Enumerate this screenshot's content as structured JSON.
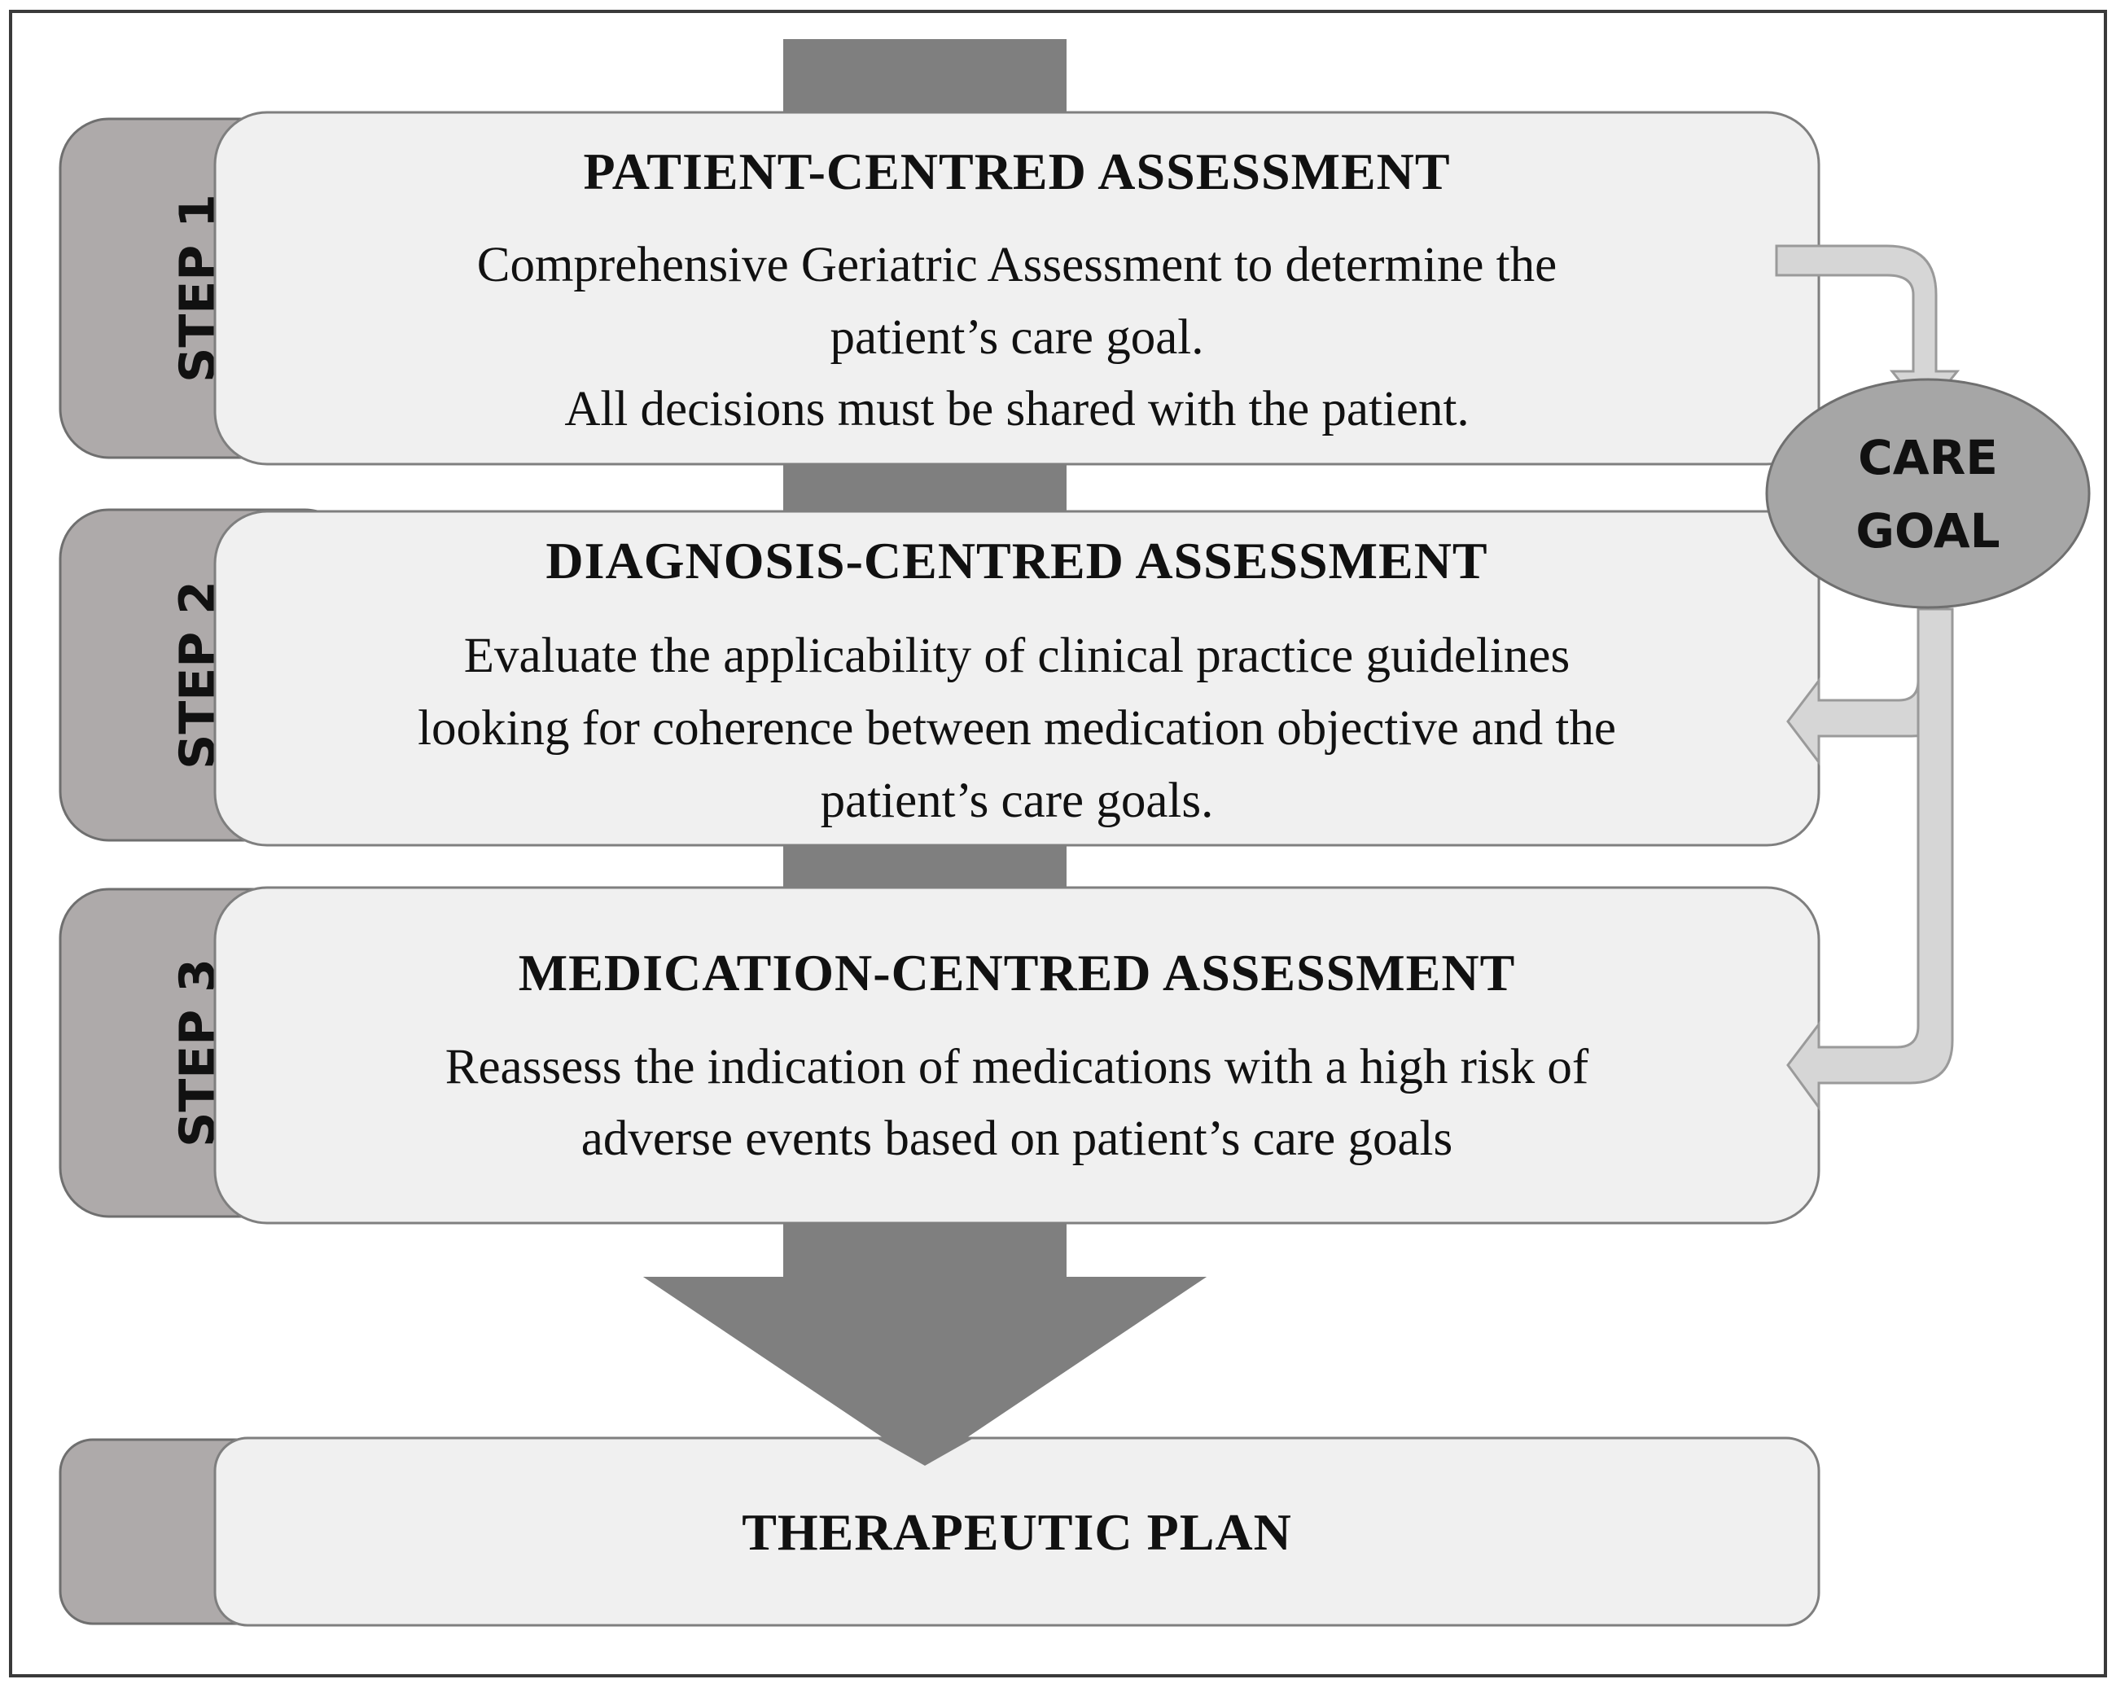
{
  "steps": [
    {
      "tab_label": "STEP 1",
      "title": "PATIENT-CENTRED  ASSESSMENT",
      "lines": [
        "Comprehensive Geriatric Assessment to determine the",
        "patient’s care goal.",
        "All decisions must be shared with the patient."
      ]
    },
    {
      "tab_label": "STEP 2",
      "title": "DIAGNOSIS-CENTRED  ASSESSMENT",
      "lines": [
        "Evaluate the applicability of clinical practice guidelines",
        "looking for coherence between medication objective and the",
        "patient’s care goals."
      ]
    },
    {
      "tab_label": "STEP 3",
      "title": "MEDICATION-CENTRED  ASSESSMENT",
      "lines": [
        "Reassess the indication of medications with a high risk of",
        "adverse events based on patient’s care goals"
      ]
    }
  ],
  "final": {
    "title": "THERAPEUTIC  PLAN"
  },
  "care_goal": {
    "line1": "CARE",
    "line2": "GOAL"
  },
  "colors": {
    "box_fill": "#f0f0f0",
    "box_stroke": "#7f7f7f",
    "tab_fill": "#aeaaaa",
    "main_arrow": "#7f7f7f",
    "goal_fill": "#a6a6a6",
    "side_arrow_fill": "#d6d6d6",
    "frame": "#3a3a3a"
  }
}
